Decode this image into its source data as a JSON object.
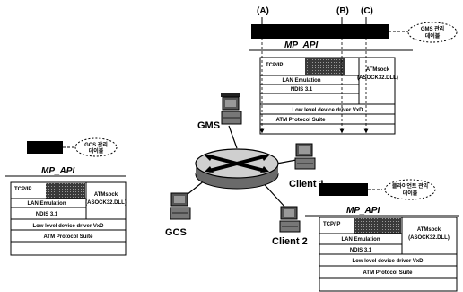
{
  "markers": {
    "a": "(A)",
    "b": "(B)",
    "c": "(C)"
  },
  "bubbles": {
    "gms": [
      "GMS 관리",
      "데이블"
    ],
    "gcs": [
      "GCS 관리",
      "데이블"
    ],
    "client": [
      "클라이언트 관리",
      "데이블"
    ]
  },
  "api_label": "MP_API",
  "stack": {
    "tcpip": "TCP/IP",
    "lane": "LAN Emulation",
    "ndis": "NDIS 3.1",
    "atmsock": "ATMsock",
    "atmsock_dll": "(ASOCK32.DLL)",
    "lowlevel": "Low level device driver VxD",
    "atm_suite": "ATM Protocol Suite"
  },
  "nodes": {
    "gms": "GMS",
    "gcs": "GCS",
    "client1": "Client 1",
    "client2": "Client 2"
  },
  "colors": {
    "ink": "#000000",
    "shade": "#555555",
    "switch_fill": "#cfcfcf"
  }
}
